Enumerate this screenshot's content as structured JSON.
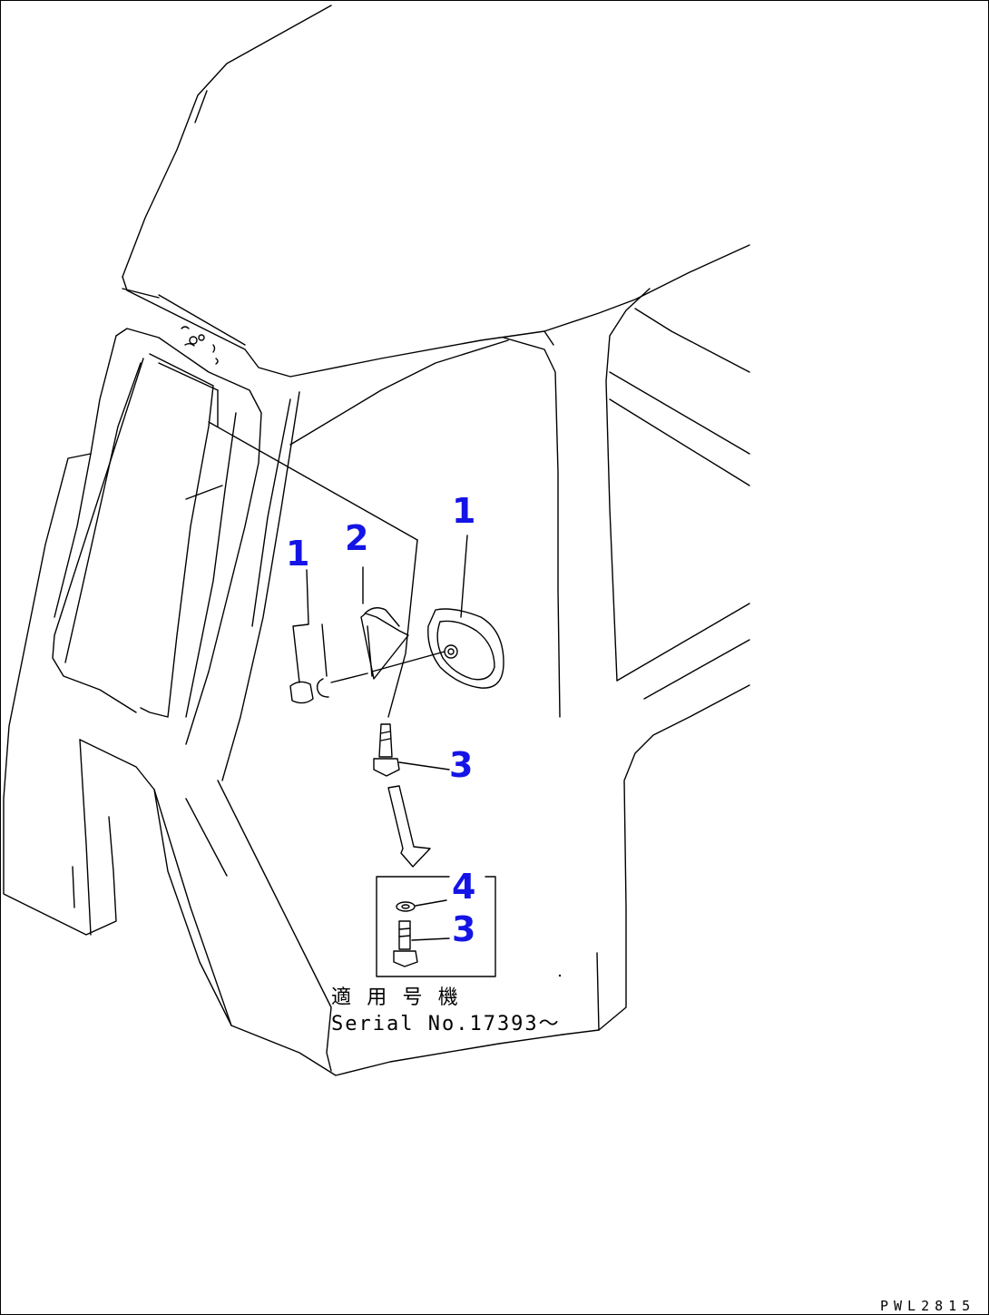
{
  "callouts": {
    "mirror": "1",
    "mirror_hardware": "1",
    "bracket": "2",
    "bolt": "3",
    "washer_detail": "4",
    "bolt_detail": "3"
  },
  "applicability": {
    "jp_label": "適 用 号 機",
    "serial_label": "Serial No.17393～"
  },
  "drawing_code": "PWL2815"
}
